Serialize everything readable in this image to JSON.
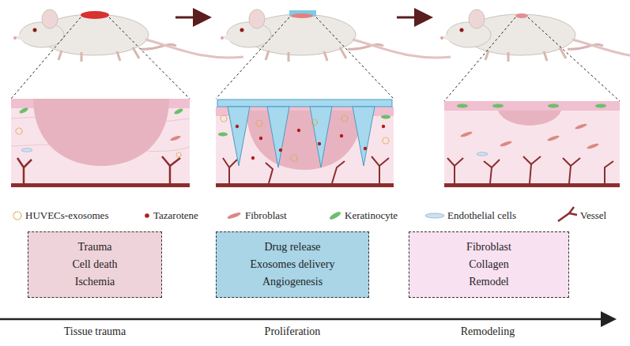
{
  "diagram": {
    "nodes": [
      {
        "text": [
          "Trauma",
          "Cell death",
          "Ischemia"
        ]
      },
      {
        "text": [
          "Drug release",
          "Exosomes delivery",
          "Angiogenesis"
        ]
      },
      {
        "text": [
          "Fibroblast",
          "Collagen",
          "Remodel"
        ]
      }
    ],
    "labels": [
      "Tissue trauma",
      "Proliferation",
      "Remodeling"
    ],
    "legend": [
      {
        "text": "HUVECs-exosomes"
      },
      {
        "text": "Tazarotene"
      },
      {
        "text": "Fibroblast"
      },
      {
        "text": "Keratinocyte"
      },
      {
        "text": "Endothelial cells"
      },
      {
        "text": "Vessel"
      }
    ]
  }
}
